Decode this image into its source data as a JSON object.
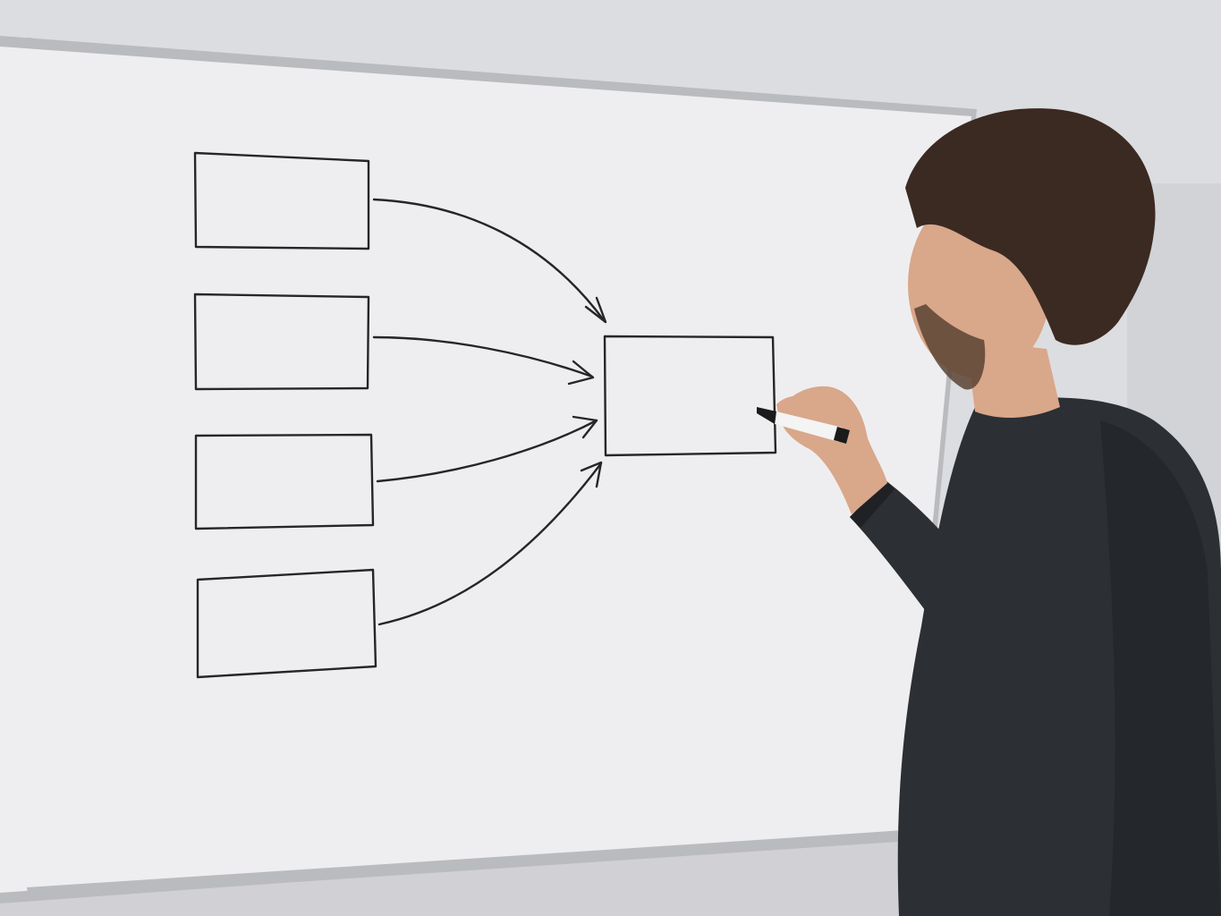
{
  "scene": {
    "subject": "person-drawing-flowchart-on-whiteboard",
    "colors": {
      "wall": "#dcdde0",
      "wall_shadow": "#c9cacd",
      "board": "#eeeef0",
      "board_frame": "#b9bbbf",
      "ink": "#262626",
      "sweater": "#2c2f33",
      "sweater_shadow": "#1f2124",
      "skin": "#d9a78a",
      "hair": "#3b2a22",
      "beard": "#5a4333",
      "marker_body": "#f4f4f4",
      "marker_cap": "#1b1b1b"
    },
    "diagram": {
      "source_box_count": 4,
      "target_box_count": 1,
      "arrow_count": 4
    }
  }
}
